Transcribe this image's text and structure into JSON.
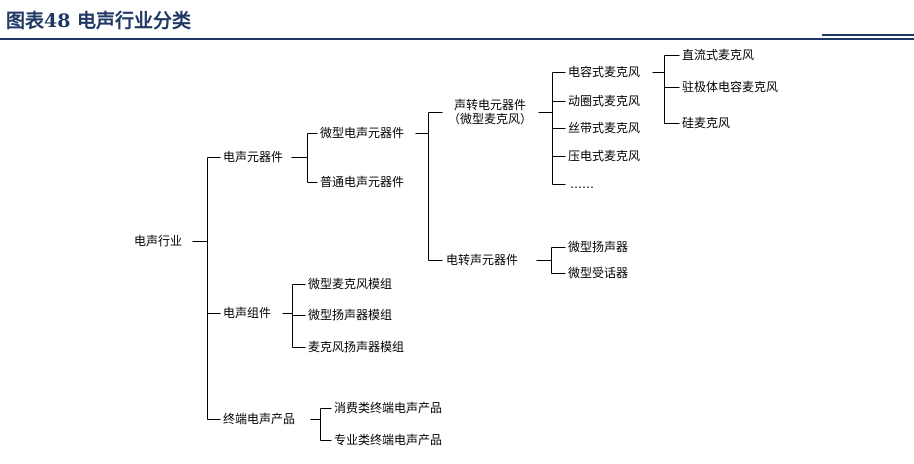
{
  "title": "图表48 电声行业分类",
  "tree": {
    "root": "电声行业",
    "components": {
      "label": "电声元器件",
      "micro": "微型电声元器件",
      "normal": "普通电声元器件",
      "sound_to_electric": {
        "line1": "声转电元器件",
        "line2": "（微型麦克风）",
        "electret": "电容式麦克风",
        "electret_children": [
          "直流式麦克风",
          "驻极体电容麦克风",
          "硅麦克风"
        ],
        "dynamic": "动圈式麦克风",
        "ribbon": "丝带式麦克风",
        "piezo": "压电式麦克风",
        "more": "……"
      },
      "electric_to_sound": {
        "label": "电转声元器件",
        "speaker": "微型扬声器",
        "receiver": "微型受话器"
      }
    },
    "modules": {
      "label": "电声组件",
      "children": [
        "微型麦克风模组",
        "微型扬声器模组",
        "麦克风扬声器模组"
      ]
    },
    "products": {
      "label": "终端电声产品",
      "children": [
        "消费类终端电声产品",
        "专业类终端电声产品"
      ]
    }
  }
}
